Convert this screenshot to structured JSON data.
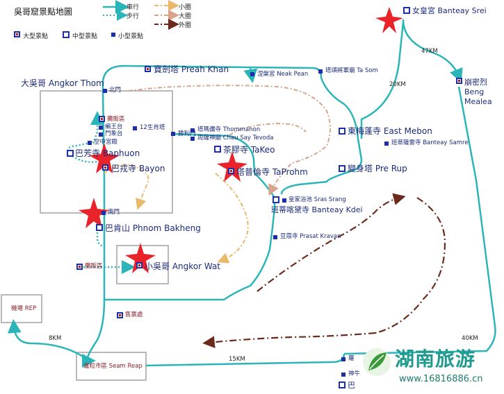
{
  "legend": {
    "title": "吳哥窟景點地圖",
    "routes": {
      "car": "車行",
      "walk": "步行",
      "small_loop": "小圈",
      "big_loop": "大圈",
      "outer_loop": "外圈"
    },
    "site_types": {
      "large": "大型景點",
      "medium": "中型景點",
      "small": "小型景點"
    }
  },
  "places": {
    "angkor_thom": "大吳哥 Angkor Thom",
    "north_gate": "北門",
    "elephant_terrace": "攤販區",
    "leper_king": "癩王台",
    "elephant_terrace2": "鬥象台",
    "phimeanakas": "空中宮殿",
    "twelve_towers": "12生肖塔",
    "victory_gate": "勝利門",
    "baphuon": "巴芳寺 Baphuon",
    "bayon": "巴戎寺 Bayon",
    "south_gate": "南門",
    "phnom_bakheng": "巴肯山 Phnom Bakheng",
    "angkor_wat": "小吳哥 Angkor Wat",
    "vendor_area": "攤販區",
    "ticket_office": "售票處",
    "airport": "機場 REP",
    "siem_reap": "暹粒市區 Seam Reap",
    "preah_khan": "寶劍塔 Preah Khan",
    "neak_pean": "涅槃宮 Neak Pean",
    "ta_som": "塔頌將軍廟 Ta Som",
    "thommanon": "塔瑪儂寺 Thommanon",
    "chau_say_tevoda": "周薩神廟 Chau Say Tevoda",
    "ta_keo": "茶膠寺 TaKeo",
    "ta_prohm": "塔普倫寺 TaProhm",
    "east_mebon": "東梅蓬寺 East Mebon",
    "banteay_samre": "班蒂薩雷寺 Banteay Samre",
    "pre_rup": "變身塔 Pre Rup",
    "sras_srang": "皇家浴池 Sras Srang",
    "banteay_kdei": "班蒂喀黛寺 Banteay Kdei",
    "prasat_kravan": "豆蔻寺 Prasat Kravan",
    "banteay_srei": "女皇宮 Banteay Srei",
    "beng_mealea": "崩密烈 Beng Mealea",
    "roluos_1": "羅",
    "roluos_2": "神牛",
    "roluos_3": "巴"
  },
  "distances": {
    "d20": "20KM",
    "d47": "47KM",
    "d40": "40KM",
    "d15": "15KM",
    "d8": "8KM"
  },
  "watermark": {
    "text": "湖南旅游",
    "url": "www.16816886.cn"
  },
  "colors": {
    "car": "#2bb5b8",
    "small_loop": "#e8b96a",
    "big_loop": "#d9a48c",
    "outer_loop": "#6b2a1c",
    "site_blue": "#1d2fa8",
    "site_red": "#b3192b",
    "star": "#e8232a"
  }
}
